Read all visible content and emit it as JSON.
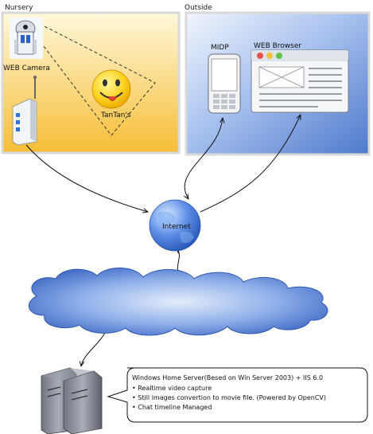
{
  "panels": {
    "nursery": {
      "title": "Nursery"
    },
    "outside": {
      "title": "Outside"
    }
  },
  "nodes": {
    "web_camera": "WEB Camera",
    "baby": "TanTan's",
    "midp": "MIDP",
    "web_browser": "WEB Browser",
    "internet": "Internet"
  },
  "server": {
    "title": "Windows Home Server(Besed on Win Server 2003) + IIS 6.0",
    "features": [
      "Realtime video capture",
      "Still images convertion to movie file. (Powered by OpenCV)",
      "Chat timeline Managed"
    ]
  },
  "colors": {
    "nursery_top": "#fff6d0",
    "nursery_bottom": "#f7c23c",
    "outside_top": "#dfe9fb",
    "outside_bottom": "#5b83d2",
    "globe": "#3f6fd1",
    "cloud": "#5f86d8"
  }
}
